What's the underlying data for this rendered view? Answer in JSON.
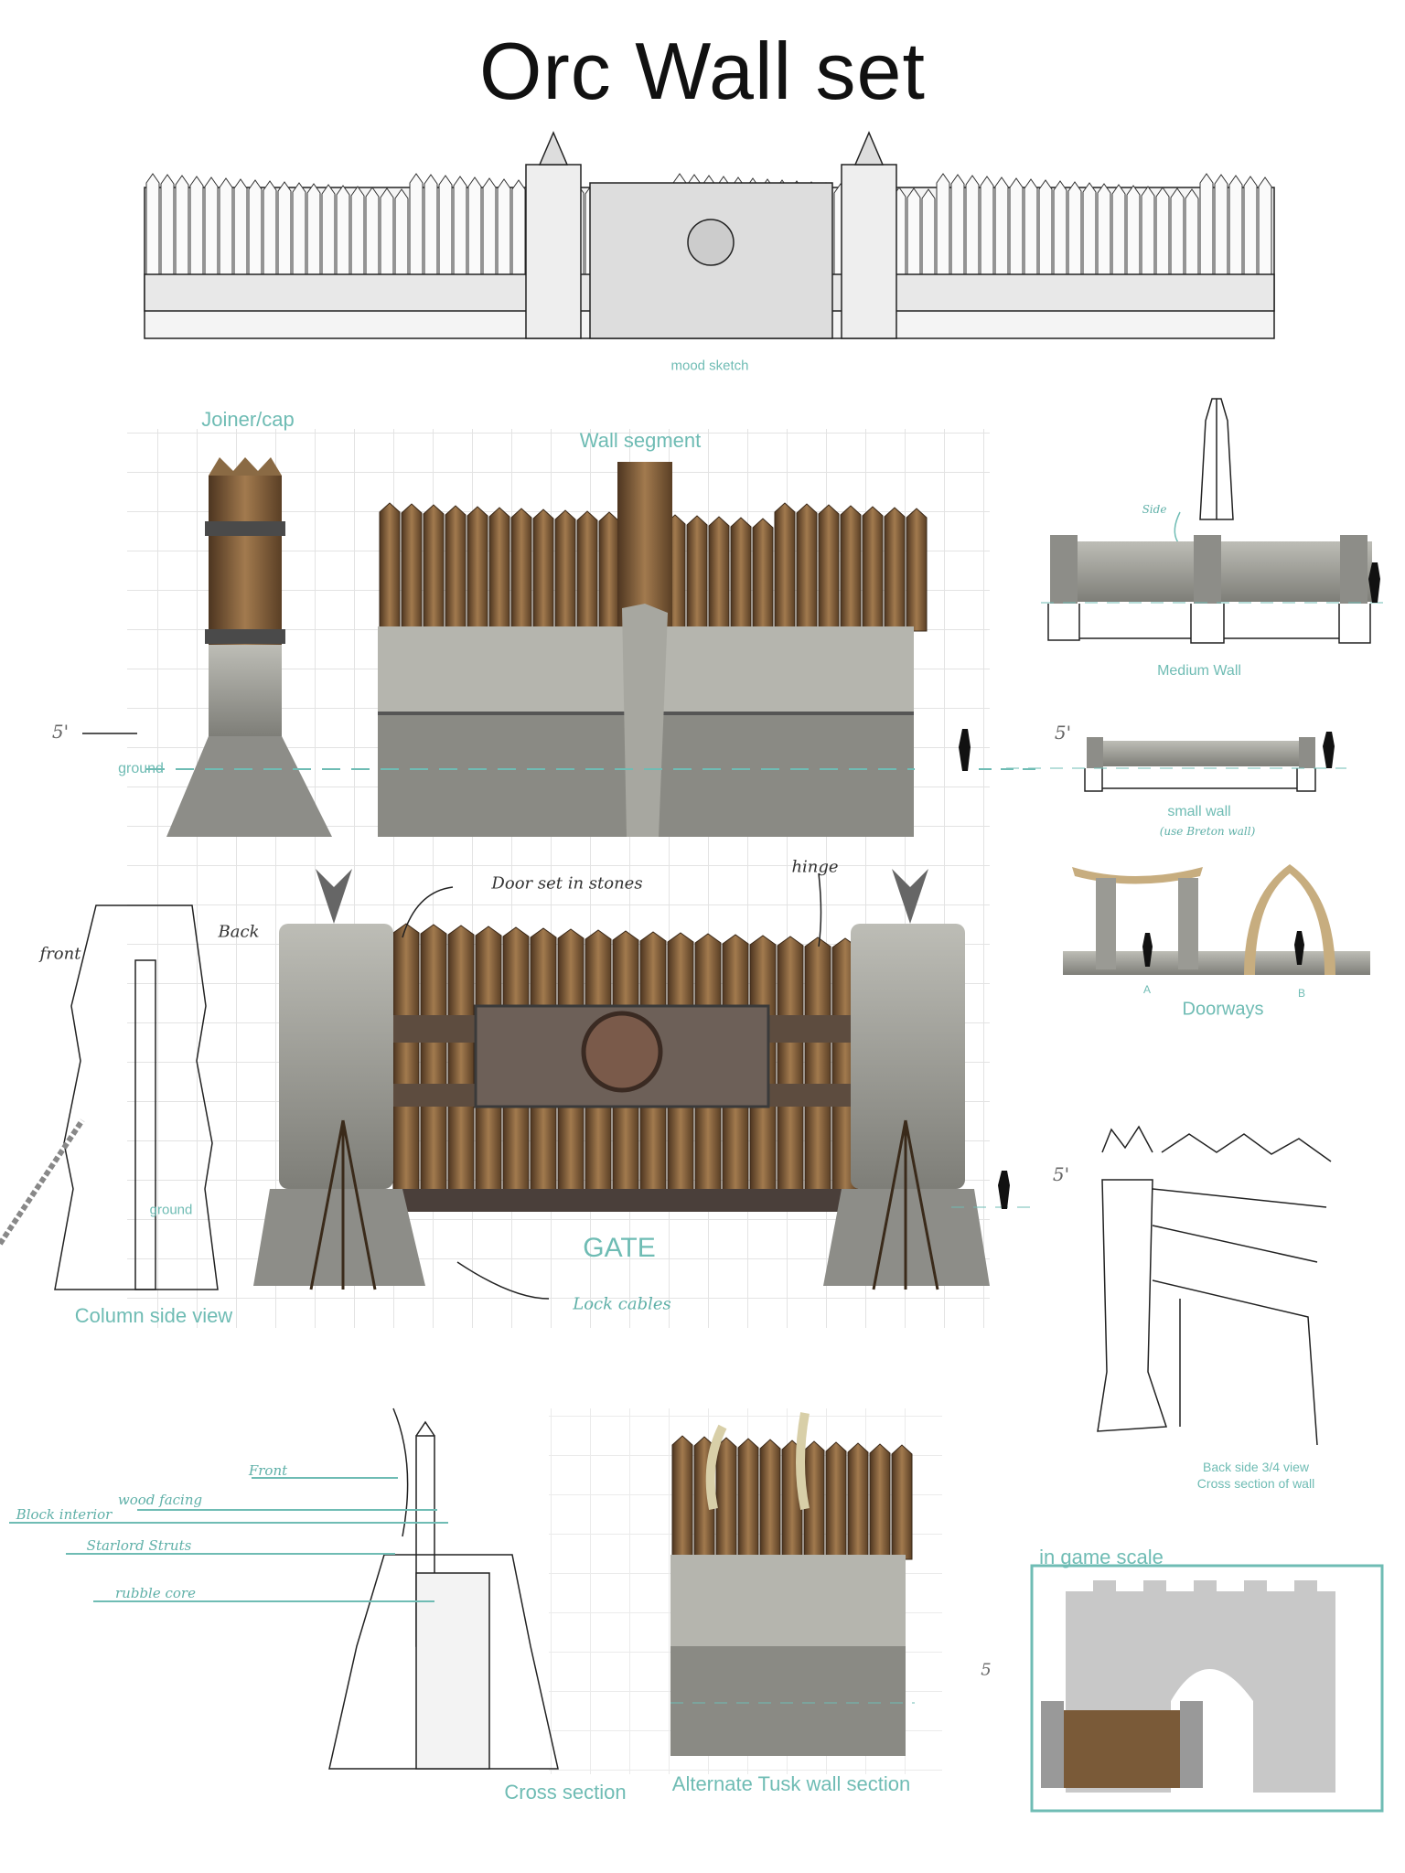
{
  "title": "Orc Wall set",
  "mood_sketch": {
    "caption": "mood sketch"
  },
  "joiner": {
    "label": "Joiner/cap"
  },
  "wall_segment": {
    "label": "Wall segment",
    "height_mark": "5'",
    "ground": "ground"
  },
  "side_view": {
    "label": "Side"
  },
  "medium_wall": {
    "label": "Medium Wall"
  },
  "small_wall": {
    "label": "small wall",
    "note": "(use Breton wall)",
    "height_mark": "5'"
  },
  "doorways": {
    "label": "Doorways",
    "variant_a": "A",
    "variant_b": "B"
  },
  "gate": {
    "label": "GATE",
    "note_door": "Door set in stones",
    "note_hinge": "hinge",
    "note_lock": "Lock cables",
    "height_mark": "5'"
  },
  "column_side": {
    "label": "Column side view",
    "front": "front",
    "back": "Back",
    "ground": "ground"
  },
  "back_view": {
    "line1": "Back side 3/4 view",
    "line2": "Cross section of wall"
  },
  "cross_section": {
    "label": "Cross section",
    "notes": [
      "Front",
      "wood facing",
      "Block interior",
      "Starlord Struts",
      "rubble core"
    ]
  },
  "tusk_wall": {
    "label": "Alternate Tusk wall section",
    "height_mark": "5"
  },
  "in_game": {
    "label": "in game scale"
  },
  "colors": {
    "accent": "#6fbcb4",
    "wood": "#7a5a38",
    "stone": "#9a9a96"
  }
}
